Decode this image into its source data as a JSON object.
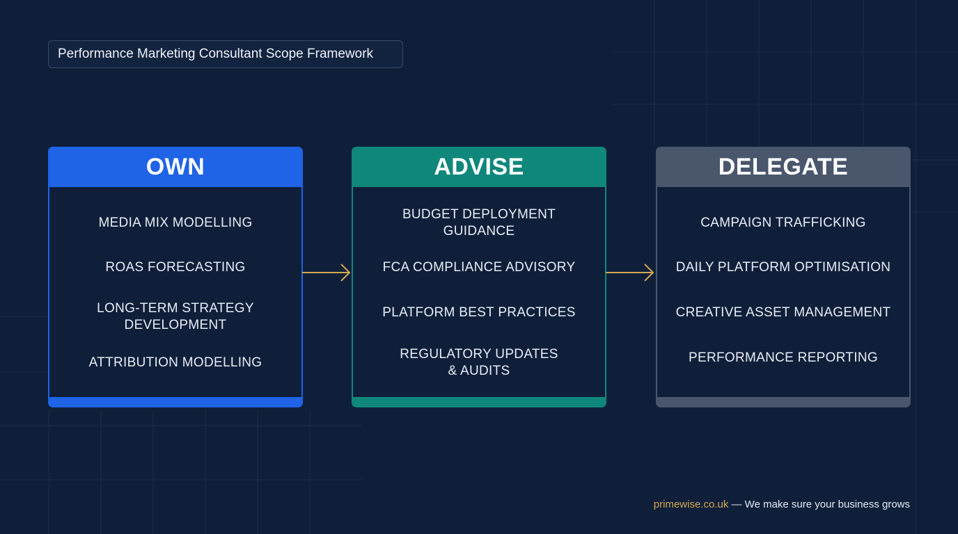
{
  "title": "Performance Marketing Consultant Scope Framework",
  "columns": [
    {
      "heading": "OWN",
      "color": "#1f63e6",
      "items": [
        "MEDIA MIX MODELLING",
        "ROAS FORECASTING",
        "LONG-TERM STRATEGY\nDEVELOPMENT",
        "ATTRIBUTION MODELLING"
      ]
    },
    {
      "heading": "ADVISE",
      "color": "#0f877a",
      "items": [
        "BUDGET DEPLOYMENT\nGUIDANCE",
        "FCA COMPLIANCE ADVISORY",
        "PLATFORM BEST PRACTICES",
        "REGULATORY UPDATES\n& AUDITS"
      ]
    },
    {
      "heading": "DELEGATE",
      "color": "#4a566c",
      "items": [
        "CAMPAIGN TRAFFICKING",
        "DAILY PLATFORM OPTIMISATION",
        "CREATIVE ASSET MANAGEMENT",
        "PERFORMANCE REPORTING"
      ]
    }
  ],
  "arrow_color": "#d4a84f",
  "footer": {
    "site": "primewise.co.uk",
    "tagline": " — We make sure your business grows"
  }
}
